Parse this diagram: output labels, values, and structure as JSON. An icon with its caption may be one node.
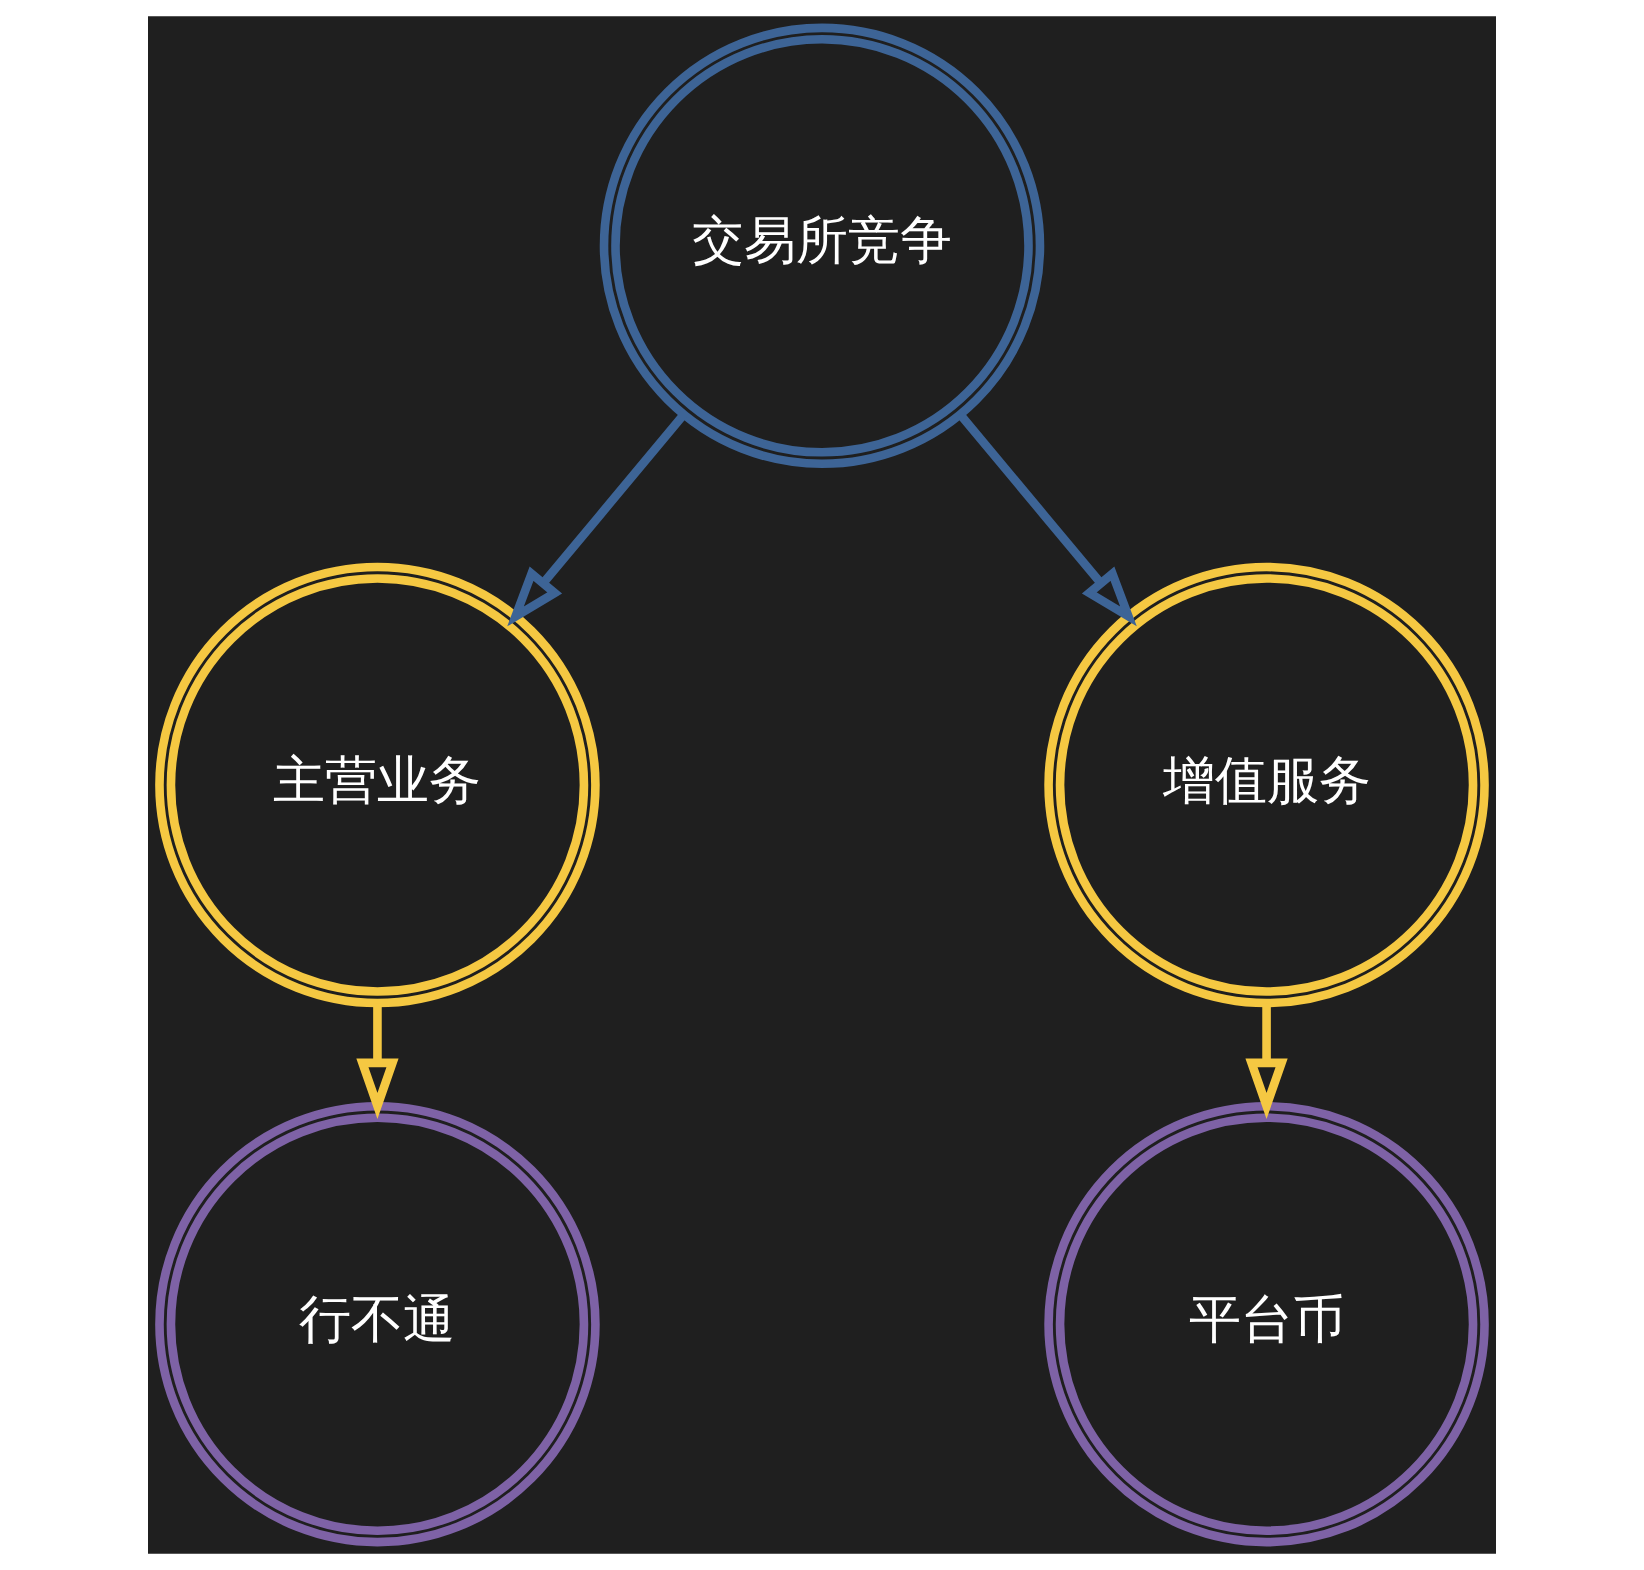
{
  "diagram": {
    "nodes": [
      {
        "text": [
          "交易所竞争"
        ]
      },
      {
        "text": [
          "主营业务"
        ]
      },
      {
        "text": [
          "增值服务"
        ]
      },
      {
        "text": [
          "行不通"
        ]
      },
      {
        "text": [
          "平台币"
        ]
      }
    ],
    "edges": [
      {
        "from": 0,
        "to": 1,
        "arrow": "to",
        "color": "#3d6496"
      },
      {
        "from": 0,
        "to": 2,
        "arrow": "to",
        "color": "#3d6496"
      },
      {
        "from": 1,
        "to": 3,
        "arrow": "to",
        "color": "#f5c842"
      },
      {
        "from": 2,
        "to": 4,
        "arrow": "to",
        "color": "#f5c842"
      }
    ]
  }
}
